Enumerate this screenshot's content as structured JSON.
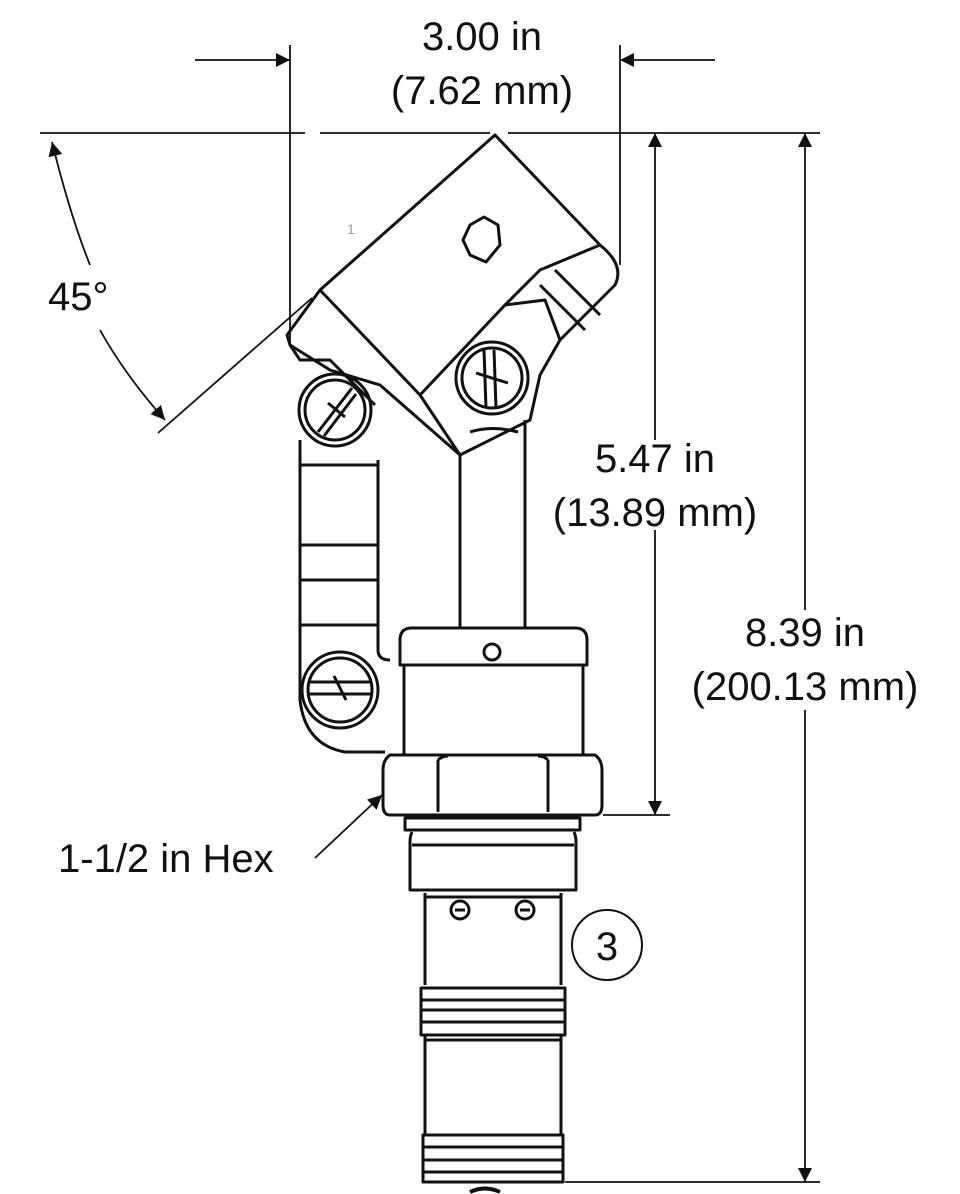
{
  "dimensions": {
    "width_top": {
      "imperial": "3.00 in",
      "metric": "(7.62 mm)"
    },
    "angle": {
      "value": "45°"
    },
    "height_to_hex": {
      "imperial": "5.47 in",
      "metric": "(13.89 mm)"
    },
    "overall_height": {
      "imperial": "8.39 in",
      "metric": "(200.13 mm)"
    }
  },
  "callouts": {
    "hex": "1-1/2 in Hex",
    "item_number": "3",
    "small_mark": "1"
  },
  "colors": {
    "line": "#111111",
    "background": "#ffffff"
  }
}
